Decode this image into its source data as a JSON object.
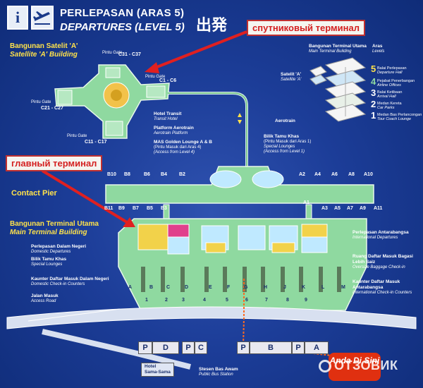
{
  "header": {
    "info_icon": "i",
    "plane_icon": "departure-plane-icon",
    "title_ms": "PERLEPASAN (ARAS 5)",
    "title_en": "DEPARTURES (LEVEL 5)",
    "title_jp": "出発"
  },
  "callouts": {
    "satellite": "спутниковый терминал",
    "main": "главный терминал"
  },
  "satellite": {
    "title_ms": "Bangunan Satelit 'A'",
    "title_en": "Satellite 'A' Building",
    "pintu_gate": "Pintu Gate",
    "gates_top": "C31 - C37",
    "gates_right": "C1 - C6",
    "gates_left": "C21 - C27",
    "gates_bottom": "C11 - C17",
    "hotel_ms": "Hotel Transit",
    "hotel_en": "Transit Hotel",
    "aerotrain_ms": "Platform Aerotrain",
    "aerotrain_en": "Aerotrain Platform",
    "mas_lounge_1": "MAS Golden Lounge A & B",
    "mas_lounge_2": "(Pintu Masuk dari Aras 4)",
    "mas_lounge_3": "(Access from Level 4)",
    "aerotrain": "Aerotrain",
    "bilik_1": "Bilik Tamu Khas",
    "bilik_2": "(Pintu Masuk dari Aras 1)",
    "bilik_3": "Special Lounges",
    "bilik_4": "(Access from Level 1)"
  },
  "legend": {
    "title_ms": "Bangunan Terminal Utama",
    "title_en": "Main Terminal Building",
    "aras": "Aras",
    "level": "Levels",
    "satelit_ms": "Satelit 'A'",
    "satelit_en": "Satellite 'A'",
    "levels": [
      {
        "num": "5",
        "ms": "Balai Perlepasan",
        "en": "Departure Hall"
      },
      {
        "num": "4",
        "ms": "Pejabat Penerbangan",
        "en": "Airline Offices"
      },
      {
        "num": "3",
        "ms": "Balai Ketibaan",
        "en": "Arrival Hall"
      },
      {
        "num": "2",
        "ms": "Medan Kereta",
        "en": "Car Parks"
      },
      {
        "num": "1",
        "ms": "Medan Bas Perlancongan",
        "en": "Tour Coach Lounge"
      }
    ]
  },
  "contact_pier": {
    "label": "Contact Pier",
    "gates_top": [
      "B10",
      "B8",
      "B6",
      "B4",
      "B2",
      "A2",
      "A4",
      "A6",
      "A8",
      "A10"
    ],
    "gates_bottom": [
      "B11",
      "B9",
      "B7",
      "B5",
      "B3",
      "A1",
      "A3",
      "A5",
      "A7",
      "A9",
      "A11"
    ]
  },
  "main_building": {
    "title_ms": "Bangunan Terminal Utama",
    "title_en": "Main Terminal Building",
    "left_labels": [
      {
        "ms": "Perlepasan Dalam Negeri",
        "en": "Domestic Departures"
      },
      {
        "ms": "Bilik Tamu Khas",
        "en": "Special Lounges"
      },
      {
        "ms": "Kaunter Daftar Masuk Dalam Negeri",
        "en": "Domestic Check-in Counters"
      },
      {
        "ms": "Jalan Masuk",
        "en": "Access Road"
      }
    ],
    "right_labels": [
      {
        "ms": "Perlepasan Antarabangsa",
        "en": "International Departures"
      },
      {
        "ms": "Ruang Daftar Masuk Bagasi Lebih Saiz",
        "en": "Oversize Baggage Check-in"
      },
      {
        "ms": "Kaunter Daftar Masuk Antarabangsa",
        "en": "International Check-in Counters"
      }
    ],
    "counters": [
      "A",
      "B",
      "C",
      "D",
      "E",
      "F",
      "G",
      "H",
      "J",
      "K",
      "L",
      "M"
    ],
    "doors": [
      "1",
      "2",
      "3",
      "4",
      "5",
      "6",
      "7",
      "8",
      "9"
    ]
  },
  "bottom": {
    "parking": [
      "P",
      "D",
      "P",
      "C",
      "P",
      "B",
      "P",
      "A"
    ],
    "hotel_1": "Hotel",
    "hotel_2": "Sama-Sama",
    "bus_1": "Stesen Bas Awam",
    "bus_2": "Public Bus Station",
    "you_are_here": "Anda Di Sini",
    "watermark": "ОТЗОВИК"
  },
  "colors": {
    "background": "#1c3d98",
    "building_green": "#8fd9a0",
    "callout_text": "#d42020",
    "yellow_label": "#ffe24a"
  }
}
